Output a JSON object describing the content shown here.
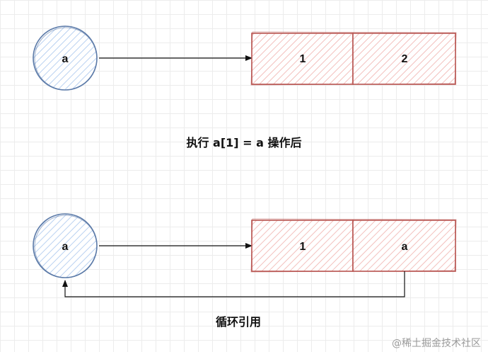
{
  "top": {
    "circle_label": "a",
    "cells": [
      "1",
      "2"
    ]
  },
  "caption": "执行 a[1] = a 操作后",
  "bottom": {
    "circle_label": "a",
    "cells": [
      "1",
      "a"
    ]
  },
  "bottom_caption": "循环引用",
  "watermark": "@稀土掘金技术社区",
  "colors": {
    "circle_stroke": "#5b7aa8",
    "circle_fill": "#dbe9fa",
    "box_stroke": "#b85450",
    "box_fill": "#f8cecc",
    "arrow": "#111111"
  }
}
